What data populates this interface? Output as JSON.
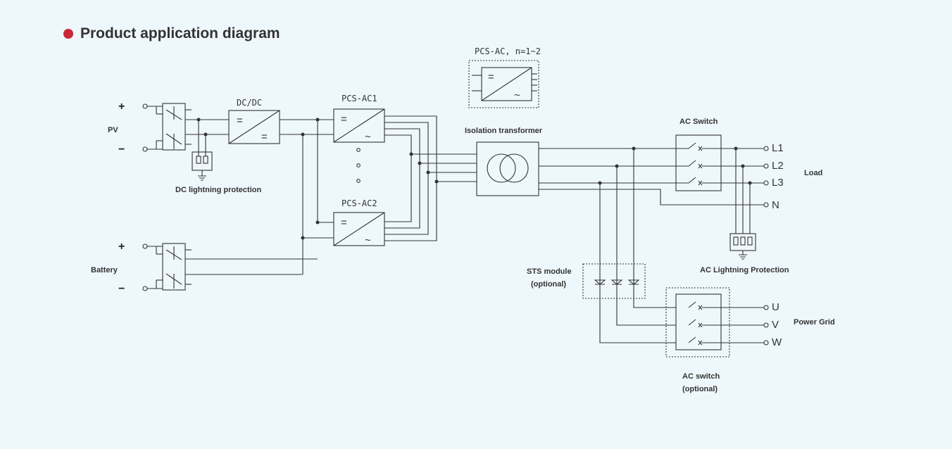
{
  "heading": {
    "title": "Product application diagram"
  },
  "pv": {
    "label": "PV",
    "plus": "+",
    "minus": "−"
  },
  "battery": {
    "label": "Battery",
    "plus": "+",
    "minus": "−"
  },
  "dc_lightning": {
    "label": "DC lightning protection"
  },
  "dcdc": {
    "label": "DC/DC",
    "in_symbol": "=",
    "out_symbol": "="
  },
  "pcs_ac1": {
    "label": "PCS-AC1",
    "dc_symbol": "=",
    "ac_symbol": "~"
  },
  "pcs_ac2": {
    "label": "PCS-AC2",
    "dc_symbol": "=",
    "ac_symbol": "~"
  },
  "pcs_ac_n": {
    "label": "PCS-AC, n=1~2",
    "dc_symbol": "=",
    "ac_symbol": "~"
  },
  "transformer": {
    "label": "Isolation transformer"
  },
  "ac_switch": {
    "label": "AC Switch"
  },
  "load": {
    "label": "Load",
    "lines": [
      "L1",
      "L2",
      "L3",
      "N"
    ]
  },
  "ac_lightning": {
    "label": "AC Lightning Protection"
  },
  "sts": {
    "label_line1": "STS module",
    "label_line2": "(optional)"
  },
  "ac_switch_opt": {
    "label_line1": "AC switch",
    "label_line2": "(optional)"
  },
  "grid": {
    "label": "Power Grid",
    "phases": [
      "U",
      "V",
      "W"
    ]
  },
  "colors": {
    "background": "#eef7fb",
    "line": "#333333",
    "accent": "#c8283a"
  }
}
